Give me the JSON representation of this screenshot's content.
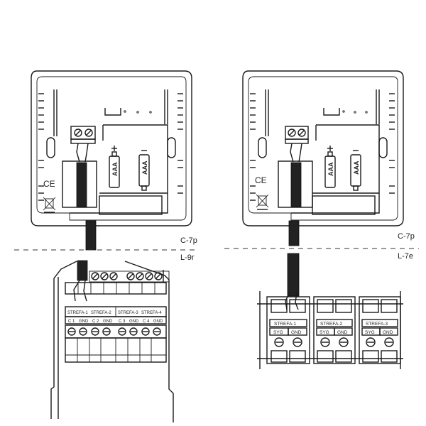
{
  "labels": {
    "left_top_model": "C-7p",
    "left_bottom_model": "L-9r",
    "right_top_model": "C-7p",
    "right_bottom_model": "L-7e",
    "battery_text": "AAA",
    "ce_mark": "CE"
  },
  "left_board": {
    "zones": [
      "STREFA-1",
      "STREFA-2",
      "STREFA-3",
      "STREFA-4"
    ],
    "pins": [
      "C 1",
      "GND",
      "C 2",
      "GND",
      "C 3",
      "GND",
      "C 4",
      "GND"
    ]
  },
  "right_board": {
    "zones": [
      "STREFA-1",
      "STREFA-2",
      "STREFA-3"
    ],
    "pins": [
      "SYG",
      "GND"
    ]
  },
  "colors": {
    "line": "#1a1a1a",
    "background": "#ffffff"
  }
}
